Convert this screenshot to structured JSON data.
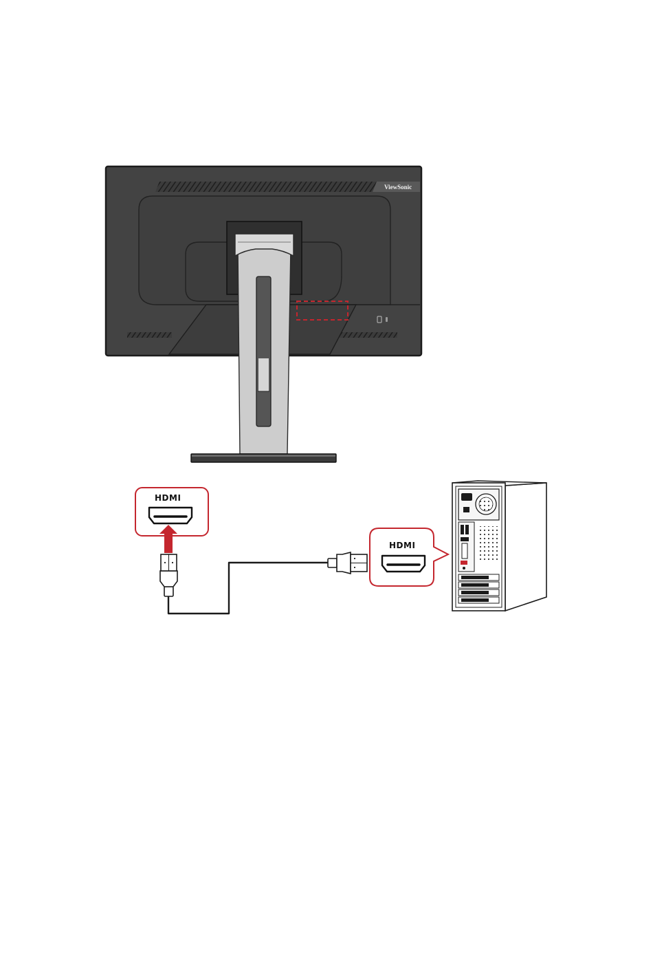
{
  "monitor": {
    "brand": "ViewSonic"
  },
  "callouts": {
    "monitor_port_label": "HDMI",
    "computer_port_label": "HDMI"
  },
  "colors": {
    "monitor_body": "#434343",
    "monitor_panel": "#3a3a3a",
    "stand": "#cdcdcd",
    "accent_red": "#c4262e",
    "callout_border": "#c4262e",
    "cable": "#1a1a1a"
  }
}
